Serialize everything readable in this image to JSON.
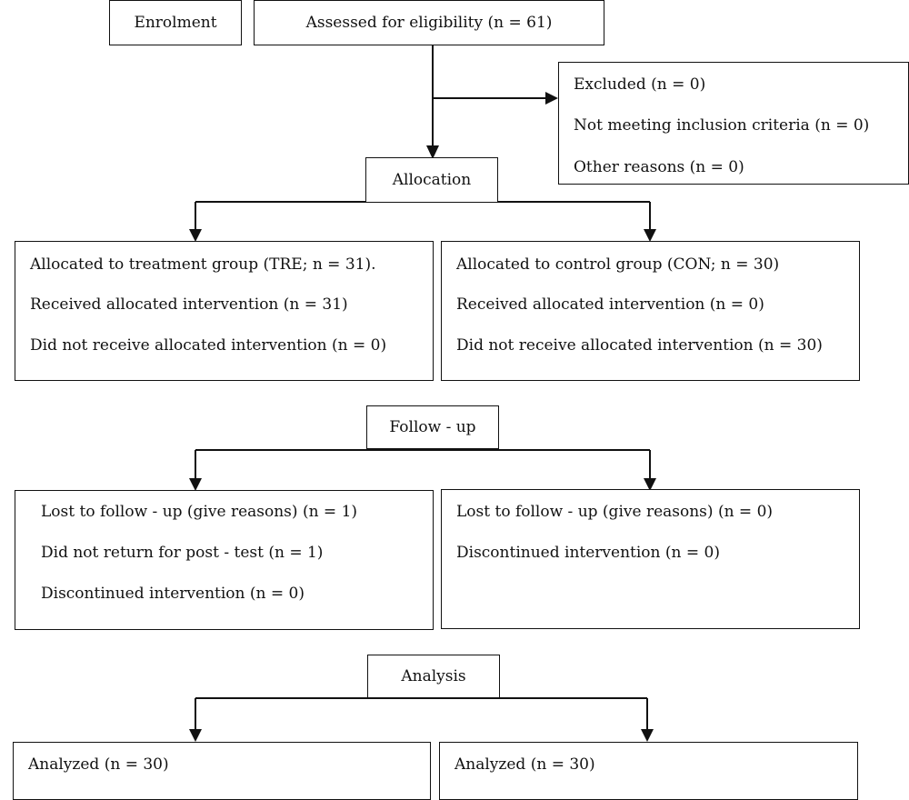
{
  "flowchart": {
    "enrolment": {
      "label": "Enrolment"
    },
    "assessed": {
      "label": "Assessed for eligibility (n = 61)"
    },
    "excluded": {
      "lines": [
        "Excluded (n = 0)",
        "Not meeting inclusion criteria (n = 0)",
        "Other reasons (n = 0)"
      ]
    },
    "allocation": {
      "label": "Allocation"
    },
    "allocation_treatment": {
      "lines": [
        "Allocated to  treatment group (TRE; n = 31).",
        "Received allocated intervention (n = 31)",
        "Did not receive allocated intervention (n = 0)"
      ]
    },
    "allocation_control": {
      "lines": [
        "Allocated to  control group (CON; n = 30)",
        "Received allocated intervention (n = 0)",
        "Did not receive allocated intervention (n = 30)"
      ]
    },
    "followup": {
      "label": "Follow - up"
    },
    "followup_treatment": {
      "lines": [
        "Lost to follow - up (give reasons) (n = 1)",
        "Did not return for post - test (n = 1)",
        "Discontinued intervention (n = 0)"
      ]
    },
    "followup_control": {
      "lines": [
        "Lost to follow - up (give reasons) (n = 0)",
        "Discontinued intervention (n = 0)"
      ]
    },
    "analysis": {
      "label": "Analysis"
    },
    "analysis_treatment": {
      "lines": [
        "Analyzed (n = 30)"
      ]
    },
    "analysis_control": {
      "lines": [
        "Analyzed (n = 30)"
      ]
    }
  }
}
